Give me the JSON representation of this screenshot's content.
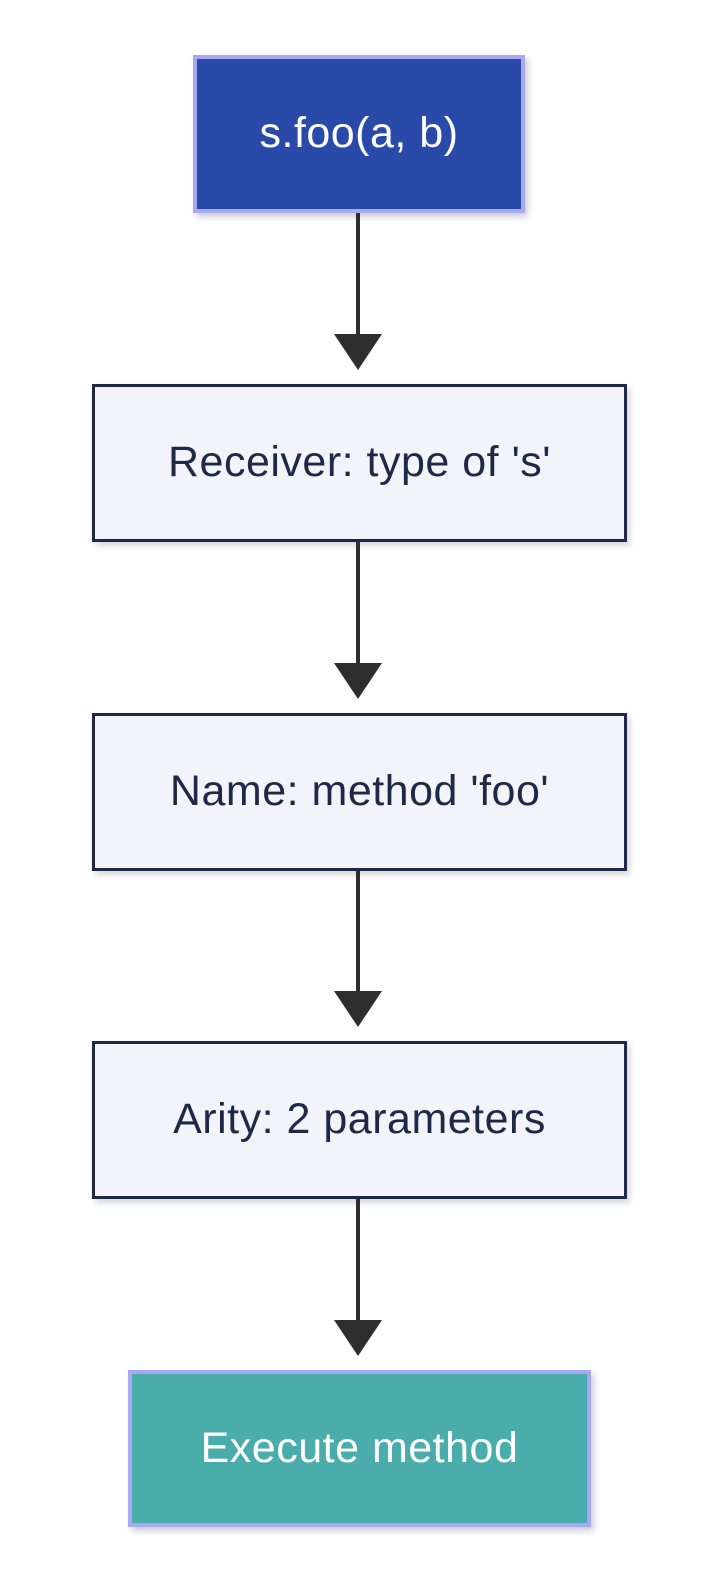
{
  "diagram": {
    "background": "#ffffff",
    "arrow_color": "#2e2e2e",
    "nodes": [
      {
        "id": "call",
        "label": "s.foo(a, b)",
        "fill": "#2a4aa9",
        "border": "#a7aaf2",
        "text_color": "#ffffff"
      },
      {
        "id": "receiver",
        "label": "Receiver: type of 's'",
        "fill": "#f2f4f9",
        "border": "#1d2947",
        "text_color": "#1d2947"
      },
      {
        "id": "name",
        "label": "Name: method 'foo'",
        "fill": "#f2f4f9",
        "border": "#1d2947",
        "text_color": "#1d2947"
      },
      {
        "id": "arity",
        "label": "Arity: 2 parameters",
        "fill": "#f2f4f9",
        "border": "#1d2947",
        "text_color": "#1d2947"
      },
      {
        "id": "execute",
        "label": "Execute method",
        "fill": "#4aacab",
        "border": "#a7aaf2",
        "text_color": "#ffffff"
      }
    ]
  }
}
